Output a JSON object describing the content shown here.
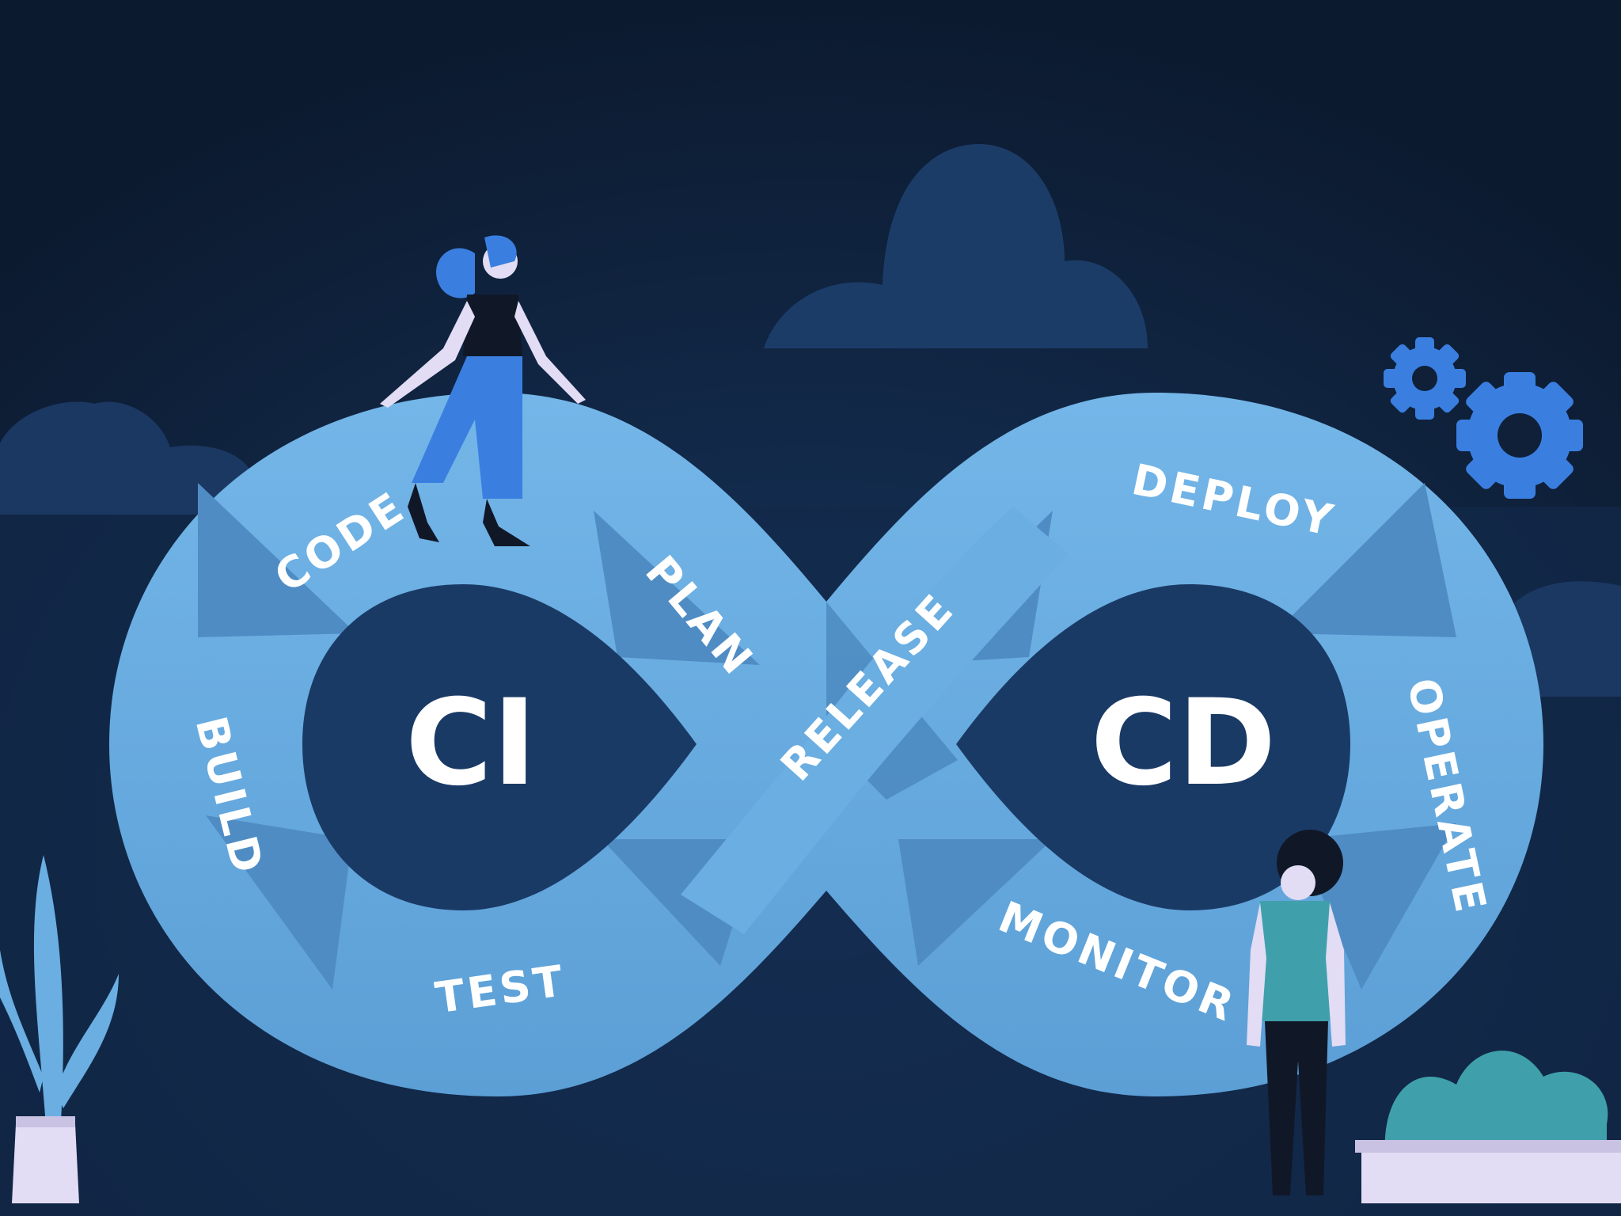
{
  "hubs": {
    "ci": "CI",
    "cd": "CD"
  },
  "stages": {
    "code": "CODE",
    "build": "BUILD",
    "test": "TEST",
    "plan": "PLAN",
    "release": "RELEASE",
    "deploy": "DEPLOY",
    "operate": "OPERATE",
    "monitor": "MONITOR"
  },
  "colors": {
    "background": "#0f2038",
    "loop": "#6aaee2",
    "loop_shadow": "#3f7cb3",
    "loop_hole": "#1a3a66",
    "gear": "#3a7fe0",
    "text": "#ffffff"
  },
  "icons": [
    "gear-icon",
    "cloud-icon",
    "plant-icon",
    "person-icon"
  ]
}
